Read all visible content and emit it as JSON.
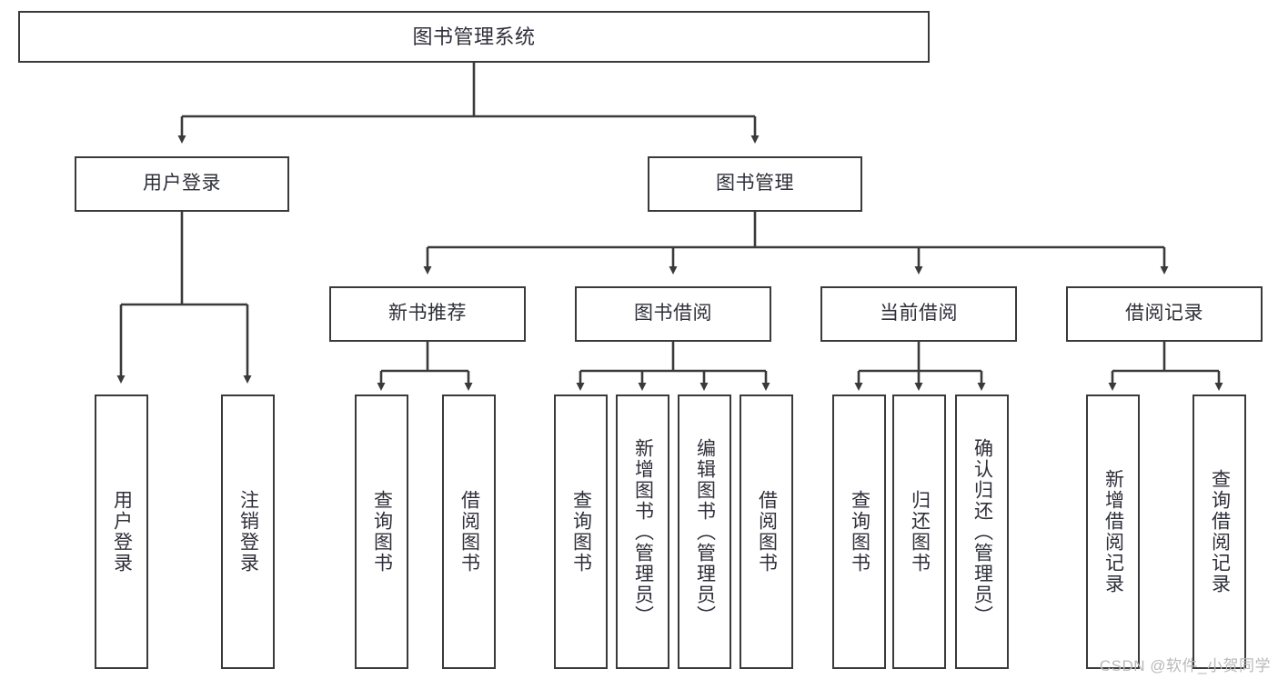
{
  "diagram": {
    "type": "tree-hierarchy",
    "title": "图书管理系统",
    "watermark": "CSDN @软件_小贺同学",
    "colors": {
      "box_border": "#3a3a3a",
      "box_fill": "#ffffff",
      "text": "#2f2f3a",
      "edge": "#3a3a3a",
      "watermark": "#b9b9b9"
    },
    "nodes": {
      "root": {
        "label": "图书管理系统"
      },
      "tier1": [
        {
          "label": "用户登录"
        },
        {
          "label": "图书管理"
        }
      ],
      "tier2": [
        {
          "label": "新书推荐"
        },
        {
          "label": "图书借阅"
        },
        {
          "label": "当前借阅"
        },
        {
          "label": "借阅记录"
        }
      ],
      "leaves_user_login": [
        {
          "label": "用户登录"
        },
        {
          "label": "注销登录"
        }
      ],
      "leaves_new_book": [
        {
          "label": "查询图书"
        },
        {
          "label": "借阅图书"
        }
      ],
      "leaves_borrow": [
        {
          "label": "查询图书"
        },
        {
          "label": "新增图书（管理员）"
        },
        {
          "label": "编辑图书（管理员）"
        },
        {
          "label": "借阅图书"
        }
      ],
      "leaves_current": [
        {
          "label": "查询图书"
        },
        {
          "label": "归还图书"
        },
        {
          "label": "确认归还（管理员）"
        }
      ],
      "leaves_record": [
        {
          "label": "新增借阅记录"
        },
        {
          "label": "查询借阅记录"
        }
      ]
    }
  }
}
